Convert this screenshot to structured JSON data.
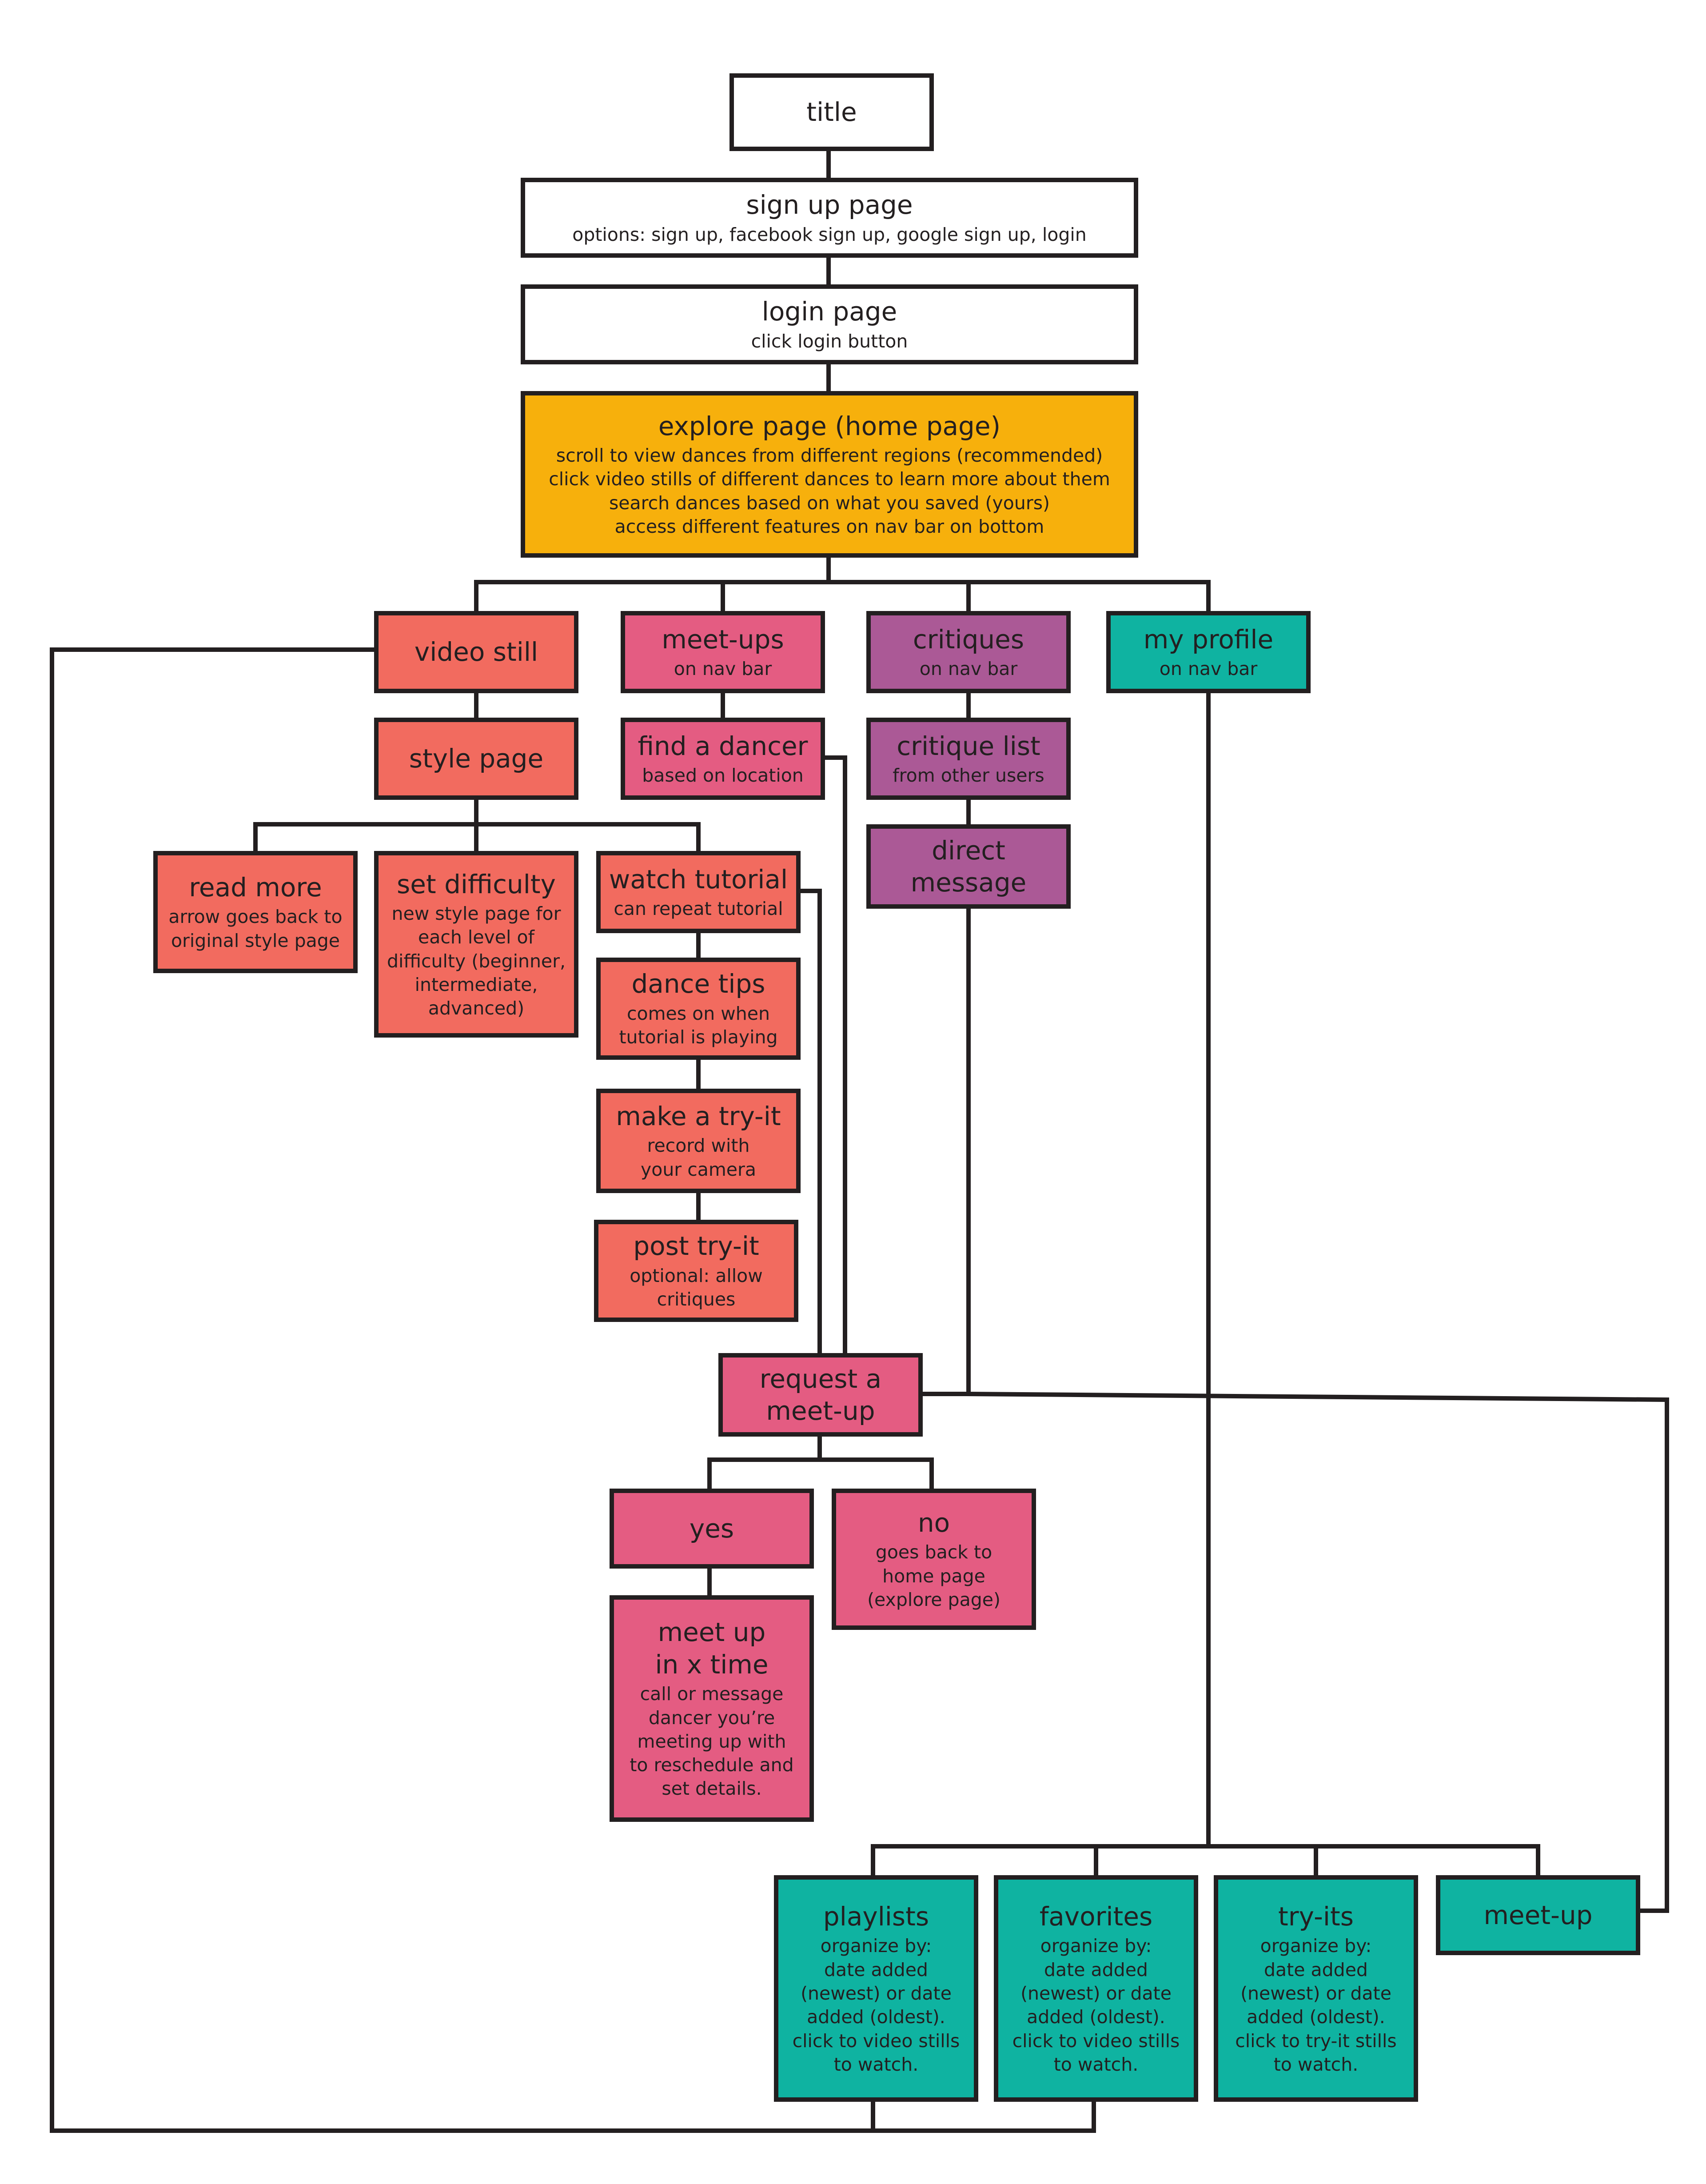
{
  "colors": {
    "outline": "#231f20",
    "home": "#f7b00c",
    "video_branch": "#f26b5f",
    "meetups_branch": "#e45c82",
    "critiques_branch": "#ab5996",
    "profile_branch": "#0fb3a1"
  },
  "nodes": {
    "title": {
      "title": "title",
      "desc": ""
    },
    "signup": {
      "title": "sign up page",
      "desc": "options: sign up, facebook sign up, google sign up, login"
    },
    "login": {
      "title": "login page",
      "desc": "click login button"
    },
    "explore": {
      "title": "explore page (home page)",
      "desc": "scroll to view dances from different regions (recommended)\nclick video stills of different dances to learn more about them\nsearch dances based on what you saved (yours)\naccess different features on nav bar on bottom"
    },
    "video_still": {
      "title": "video still",
      "desc": ""
    },
    "meetups": {
      "title": "meet-ups",
      "desc": "on nav bar"
    },
    "critiques": {
      "title": "critiques",
      "desc": "on nav bar"
    },
    "my_profile": {
      "title": "my profile",
      "desc": "on nav bar"
    },
    "style_page": {
      "title": "style page",
      "desc": ""
    },
    "find_dancer": {
      "title": "find a dancer",
      "desc": "based on location"
    },
    "critique_list": {
      "title": "critique list",
      "desc": "from other users"
    },
    "direct_message": {
      "title": "direct\nmessage",
      "desc": ""
    },
    "read_more": {
      "title": "read more",
      "desc": "arrow goes back to\noriginal style page"
    },
    "set_difficulty": {
      "title": "set difficulty",
      "desc": "new style page for\neach level of\ndifficulty (beginner,\nintermediate,\nadvanced)"
    },
    "watch_tutorial": {
      "title": "watch tutorial",
      "desc": "can repeat tutorial"
    },
    "dance_tips": {
      "title": "dance tips",
      "desc": "comes on when\ntutorial is playing"
    },
    "make_tryit": {
      "title": "make a try-it",
      "desc": "record with\nyour camera"
    },
    "post_tryit": {
      "title": "post try-it",
      "desc": "optional: allow\ncritiques"
    },
    "request_meetup": {
      "title": "request a\nmeet-up",
      "desc": ""
    },
    "yes": {
      "title": "yes",
      "desc": ""
    },
    "no": {
      "title": "no",
      "desc": "goes back to\nhome page\n(explore page)"
    },
    "meet_up_time": {
      "title": "meet up\nin x time",
      "desc": "call or message\ndancer you’re\nmeeting up with\nto reschedule and\nset details."
    },
    "playlists": {
      "title": "playlists",
      "desc": "organize by:\ndate added\n(newest) or date\nadded (oldest).\nclick to video stills\nto watch."
    },
    "favorites": {
      "title": "favorites",
      "desc": "organize by:\ndate added\n(newest) or date\nadded (oldest).\nclick to video stills\nto watch."
    },
    "tryits": {
      "title": "try-its",
      "desc": "organize by:\ndate added\n(newest) or date\nadded (oldest).\nclick to try-it stills\nto watch."
    },
    "meetup_profile": {
      "title": "meet-up",
      "desc": ""
    }
  }
}
